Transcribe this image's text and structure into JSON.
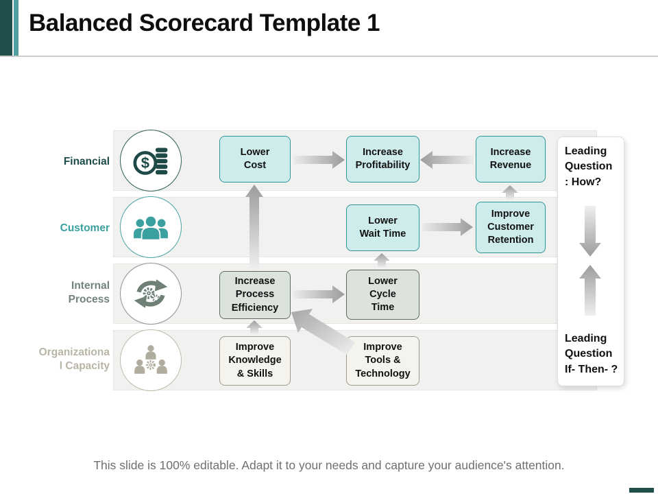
{
  "slide": {
    "title": "Balanced Scorecard Template 1",
    "footer": "This slide is 100% editable. Adapt it to your needs and capture your audience's attention."
  },
  "colors": {
    "accent_dark_teal": "#1e4f4b",
    "accent_light_teal": "#4f9fa0",
    "financial_color": "#1d4a4a",
    "customer_color": "#3aa0a0",
    "internal_color": "#72837c",
    "capacity_color": "#b8b4a6",
    "teal_box_fill": "#cdeceb",
    "teal_box_border": "#2f9696",
    "gray_box_fill": "#dce2dc",
    "cream_box_fill": "#f5f3ed",
    "band_fill": "#f1f1ef",
    "arrow_gray": "#9c9c9c"
  },
  "rows": [
    {
      "label": "Financial",
      "icon": "money-coins-icon"
    },
    {
      "label": "Customer",
      "icon": "customers-icon"
    },
    {
      "label": "Internal\nProcess",
      "icon": "process-gears-icon"
    },
    {
      "label": "Organizationa\nl Capacity",
      "icon": "team-gear-icon"
    }
  ],
  "boxes": [
    {
      "label": "Lower\nCost"
    },
    {
      "label": "Increase\nProfitability"
    },
    {
      "label": "Increase\nRevenue"
    },
    {
      "label": "Lower\nWait Time"
    },
    {
      "label": "Improve\nCustomer\nRetention"
    },
    {
      "label": "Increase\nProcess\nEfficiency"
    },
    {
      "label": "Lower\nCycle\nTime"
    },
    {
      "label": "Improve\nKnowledge\n& Skills"
    },
    {
      "label": "Improve\nTools &\nTechnology"
    }
  ],
  "panel": {
    "question_top": "Leading\nQuestion\n: How?",
    "question_bottom": "Leading\nQuestion\nIf- Then- ?"
  }
}
